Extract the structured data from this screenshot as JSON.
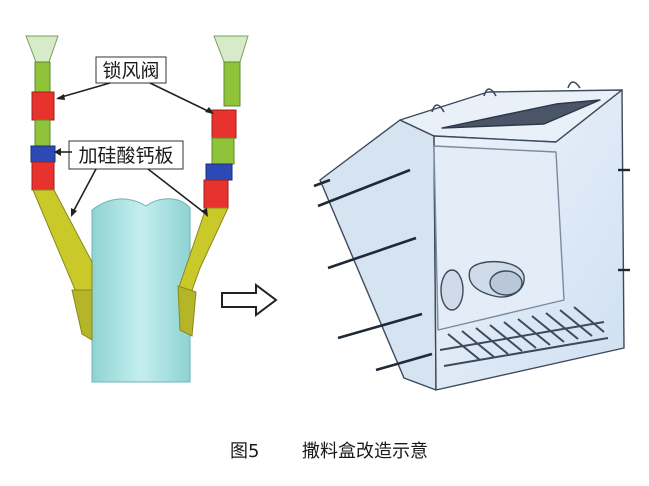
{
  "labels": {
    "lock_valve": "锁风阀",
    "calcium_silicate_board": "加硅酸钙板"
  },
  "caption": {
    "figure_number": "图5",
    "title": "撒料盒改造示意"
  },
  "colors": {
    "pipe_green": "#8fc43a",
    "pipe_yellow": "#c9c92a",
    "valve_red": "#e8322e",
    "board_blue": "#2c49b5",
    "column_cyan": "#aee3e3",
    "hopper": "#d7ebc8",
    "box_fill": "#dce9f6",
    "box_edge": "#3d4a5c"
  },
  "icons": {
    "arrow": "right-hollow-arrow-icon"
  }
}
